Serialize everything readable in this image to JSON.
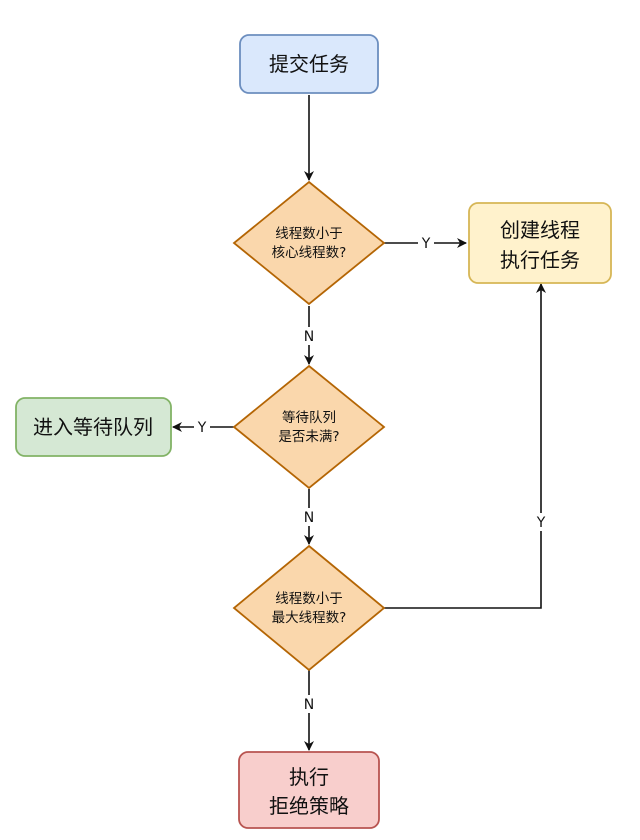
{
  "nodes": {
    "submit": {
      "text": "提交任务",
      "fill": "#dae8fc",
      "stroke": "#6c8ebf"
    },
    "check_core": {
      "line1": "线程数小于",
      "line2": "核心线程数?",
      "fill": "#fad7ac",
      "stroke": "#b46504"
    },
    "create_thread": {
      "line1": "创建线程",
      "line2": "执行任务",
      "fill": "#fff2cc",
      "stroke": "#d6b656"
    },
    "check_queue": {
      "line1": "等待队列",
      "line2": "是否未满?",
      "fill": "#fad7ac",
      "stroke": "#b46504"
    },
    "enqueue": {
      "text": "进入等待队列",
      "fill": "#d5e8d4",
      "stroke": "#82b366"
    },
    "check_max": {
      "line1": "线程数小于",
      "line2": "最大线程数?",
      "fill": "#fad7ac",
      "stroke": "#b46504"
    },
    "reject": {
      "line1": "执行",
      "line2": "拒绝策略",
      "fill": "#f8cecc",
      "stroke": "#b85450"
    }
  },
  "edges": {
    "core_yes": "Y",
    "core_no": "N",
    "queue_yes": "Y",
    "queue_no": "N",
    "max_yes": "Y",
    "max_no": "N"
  },
  "colors": {
    "line": "#111111",
    "background": "#ffffff"
  }
}
